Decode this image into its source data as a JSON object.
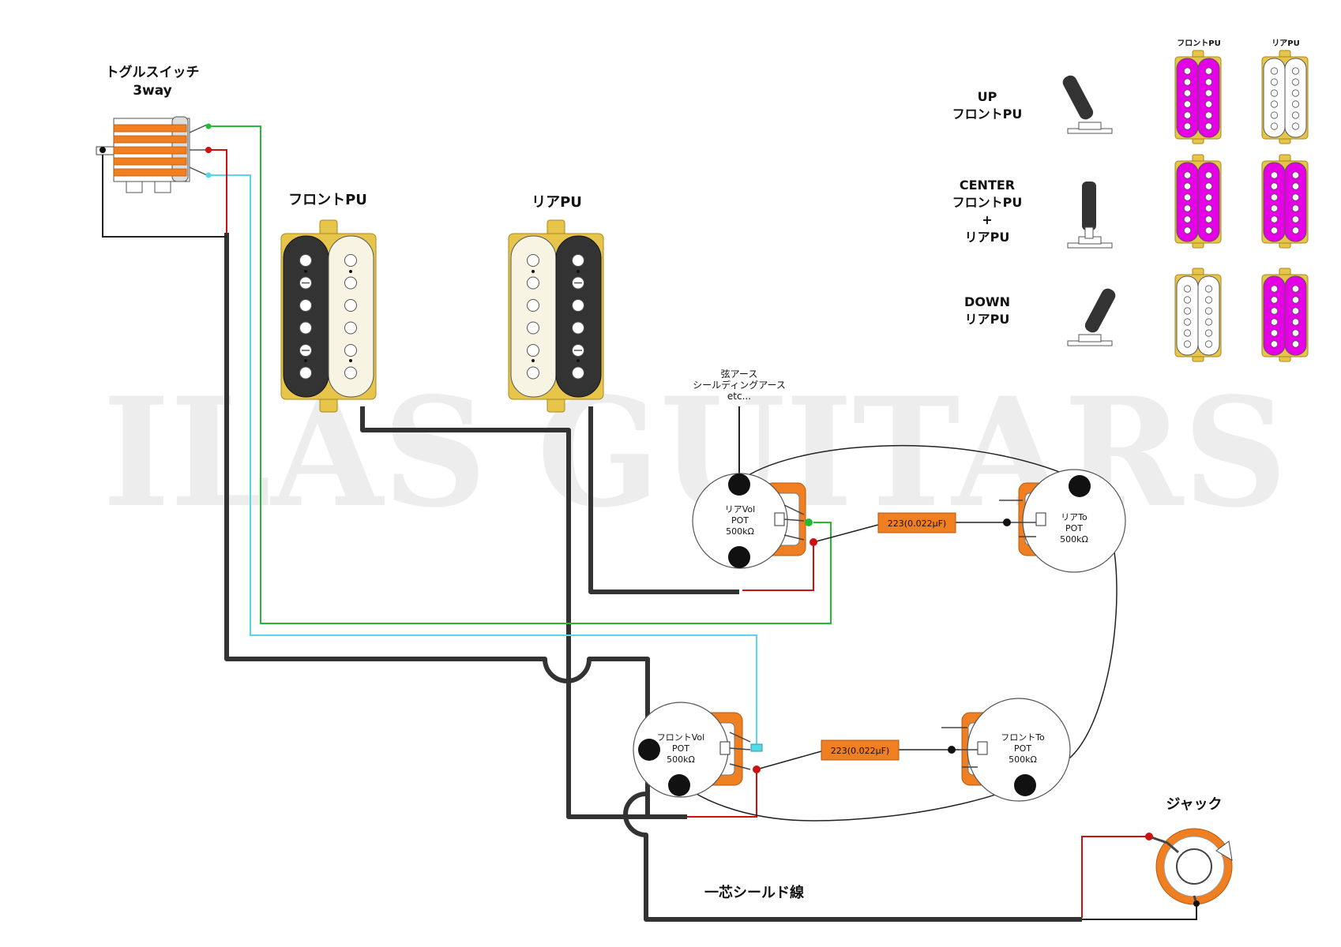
{
  "watermark": "ILAS GUITARS",
  "toggle": {
    "line1": "トグルスイッチ",
    "line2": "3way"
  },
  "front_pu_label": "フロントPU",
  "rear_pu_label": "リアPU",
  "ground_note": {
    "line1": "弦アース",
    "line2": "シールディングアース",
    "line3": "etc..."
  },
  "rear_vol": {
    "line1": "リアVol",
    "line2": "POT",
    "line3": "500kΩ"
  },
  "rear_tone": {
    "line1": "リアTo",
    "line2": "POT",
    "line3": "500kΩ"
  },
  "front_vol": {
    "line1": "フロントVol",
    "line2": "POT",
    "line3": "500kΩ"
  },
  "front_tone": {
    "line1": "フロントTo",
    "line2": "POT",
    "line3": "500kΩ"
  },
  "cap_rear": "223(0.022μF)",
  "cap_front": "223(0.022μF)",
  "jack_label": "ジャック",
  "cable_label": "一芯シールド線",
  "legend": {
    "header_front": "フロントPU",
    "header_rear": "リアPU",
    "rows": [
      {
        "line1": "UP",
        "line2": "フロントPU",
        "line3": "",
        "line4": ""
      },
      {
        "line1": "CENTER",
        "line2": "フロントPU",
        "line3": "+",
        "line4": "リアPU"
      },
      {
        "line1": "DOWN",
        "line2": "リアPU",
        "line3": "",
        "line4": ""
      }
    ]
  },
  "colors": {
    "ground": "#333333",
    "green": "#22bb33",
    "cyan": "#55d8e8",
    "red": "#cc1111",
    "orange": "#f07f22",
    "active": "#e600e6",
    "gold": "#e7c44a",
    "cream": "#f8f4e4"
  }
}
